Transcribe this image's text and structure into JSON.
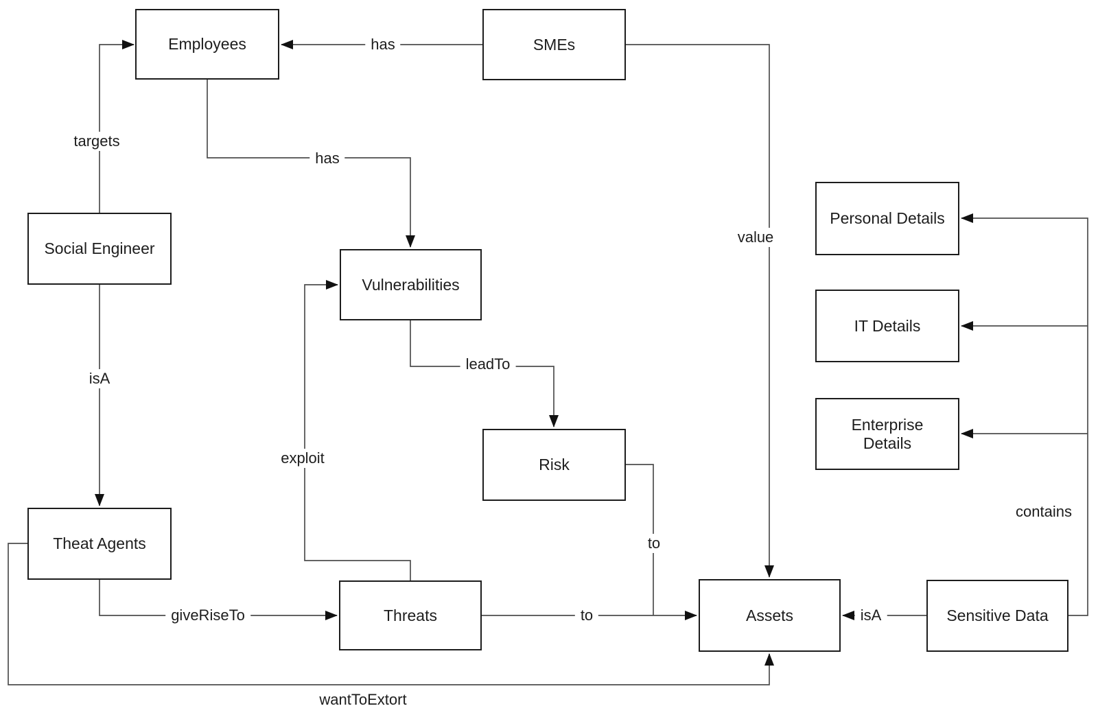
{
  "diagram": {
    "title": "",
    "nodes": [
      {
        "id": "employees",
        "label": "Employees"
      },
      {
        "id": "smes",
        "label": "SMEs"
      },
      {
        "id": "social-engineer",
        "label": "Social Engineer"
      },
      {
        "id": "vulnerabilities",
        "label": "Vulnerabilities"
      },
      {
        "id": "risk",
        "label": "Risk"
      },
      {
        "id": "theat-agents",
        "label": "Theat Agents"
      },
      {
        "id": "threats",
        "label": "Threats"
      },
      {
        "id": "assets",
        "label": "Assets"
      },
      {
        "id": "personal-details",
        "label": "Personal Details"
      },
      {
        "id": "it-details",
        "label": "IT Details"
      },
      {
        "id": "enterprise-details",
        "label": "Enterprise Details"
      },
      {
        "id": "sensitive-data",
        "label": "Sensitive Data"
      }
    ],
    "edges": [
      {
        "from": "Social Engineer",
        "to": "Employees",
        "label": "targets"
      },
      {
        "from": "SMEs",
        "to": "Employees",
        "label": "has"
      },
      {
        "from": "Employees",
        "to": "Vulnerabilities",
        "label": "has"
      },
      {
        "from": "SMEs",
        "to": "Assets",
        "label": "value"
      },
      {
        "from": "Social Engineer",
        "to": "Theat Agents",
        "label": "isA"
      },
      {
        "from": "Theat Agents",
        "to": "Threats",
        "label": "giveRiseTo"
      },
      {
        "from": "Threats",
        "to": "Vulnerabilities",
        "label": "exploit"
      },
      {
        "from": "Vulnerabilities",
        "to": "Risk",
        "label": "leadTo"
      },
      {
        "from": "Risk",
        "to": "Assets",
        "label": "to"
      },
      {
        "from": "Threats",
        "to": "Assets",
        "label": "to"
      },
      {
        "from": "Sensitive Data",
        "to": "Assets",
        "label": "isA"
      },
      {
        "from": "Sensitive Data",
        "to": "Personal Details / IT Details / Enterprise Details",
        "label": "contains"
      },
      {
        "from": "Theat Agents",
        "to": "Assets",
        "label": "wantToExtort"
      }
    ],
    "colors": {
      "background": "#ffffff",
      "line": "#4d4d4d",
      "arrowhead": "#111111",
      "node_border": "#1c1c1c",
      "text": "#1d1d1d"
    }
  }
}
